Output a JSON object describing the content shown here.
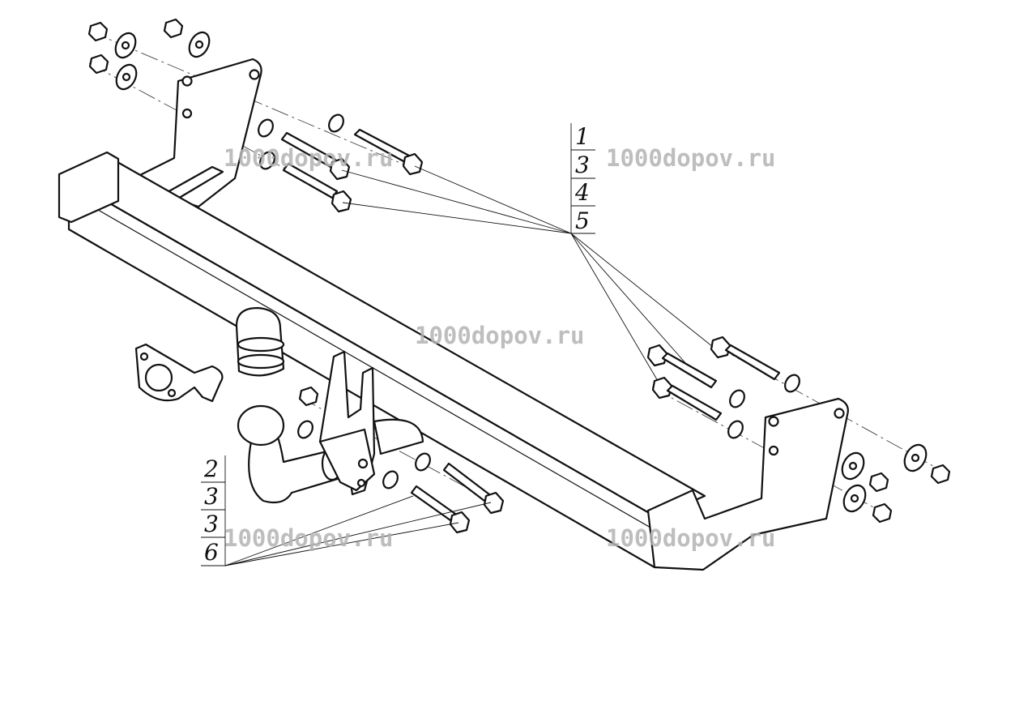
{
  "callouts": {
    "right_group": [
      "1",
      "3",
      "4",
      "5"
    ],
    "left_group": [
      "2",
      "3",
      "3",
      "6"
    ]
  },
  "watermarks": [
    "1000dopov.ru",
    "1000dopov.ru",
    "1000dopov.ru",
    "1000dopov.ru",
    "1000dopov.ru"
  ],
  "colors": {
    "line": "#111111",
    "background": "#ffffff",
    "watermark": "#b3b3b3"
  }
}
